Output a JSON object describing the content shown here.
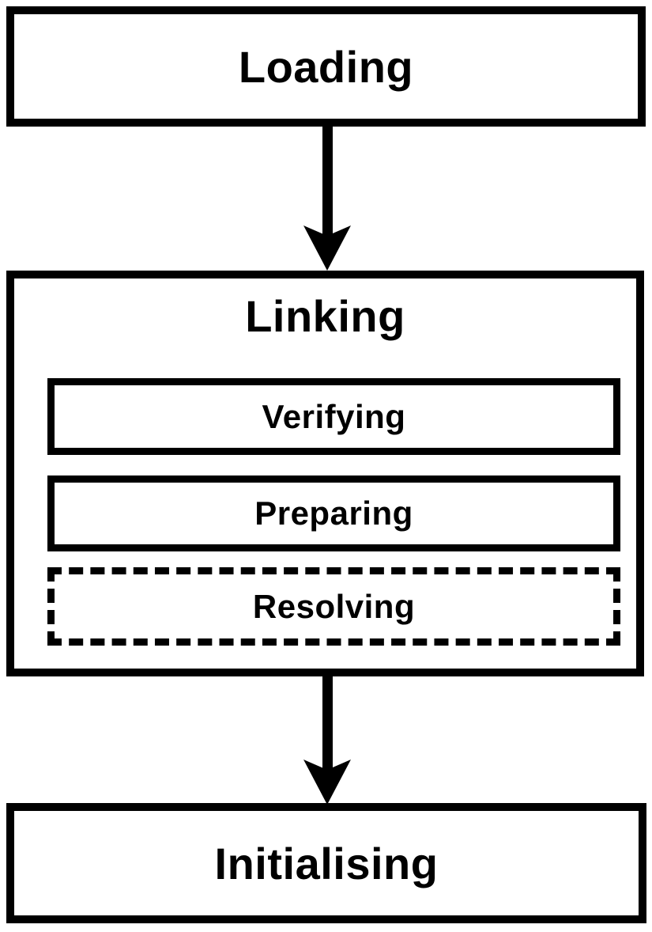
{
  "diagram": {
    "type": "flowchart",
    "description": "Class loading phases flow diagram",
    "colors": {
      "stroke": "#000000",
      "background": "#ffffff",
      "text": "#000000"
    },
    "nodes": {
      "loading": {
        "label": "Loading",
        "border_style": "solid"
      },
      "linking": {
        "label": "Linking",
        "border_style": "solid",
        "children": [
          {
            "label": "Verifying",
            "border_style": "solid"
          },
          {
            "label": "Preparing",
            "border_style": "solid"
          },
          {
            "label": "Resolving",
            "border_style": "dashed"
          }
        ]
      },
      "initialising": {
        "label": "Initialising",
        "border_style": "solid"
      }
    },
    "edges": [
      {
        "from": "Loading",
        "to": "Linking",
        "style": "solid-arrow-down"
      },
      {
        "from": "Linking",
        "to": "Initialising",
        "style": "solid-arrow-down"
      }
    ]
  }
}
